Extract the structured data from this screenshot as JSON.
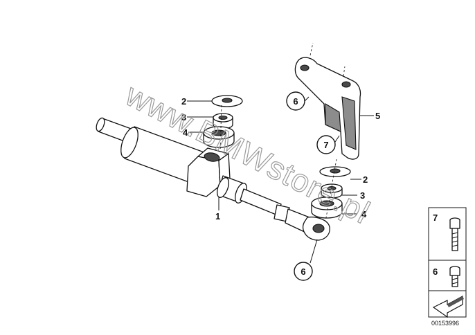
{
  "callouts": {
    "damper": "1",
    "washer_top": "2",
    "bushing_top": "3",
    "ring_top": "4",
    "bracket": "5",
    "washer_bottom": "2",
    "bushing_bottom": "3",
    "ring_bottom": "4",
    "screw_top": "6",
    "screw_bottom": "6",
    "bolt_ref": "7"
  },
  "reference_panel": {
    "item_7_label": "7",
    "item_6_label": "6"
  },
  "watermark": "www.BMWstore.pl",
  "diagram_number": "00153996",
  "icons": {
    "arrow": "arrow-icon"
  }
}
